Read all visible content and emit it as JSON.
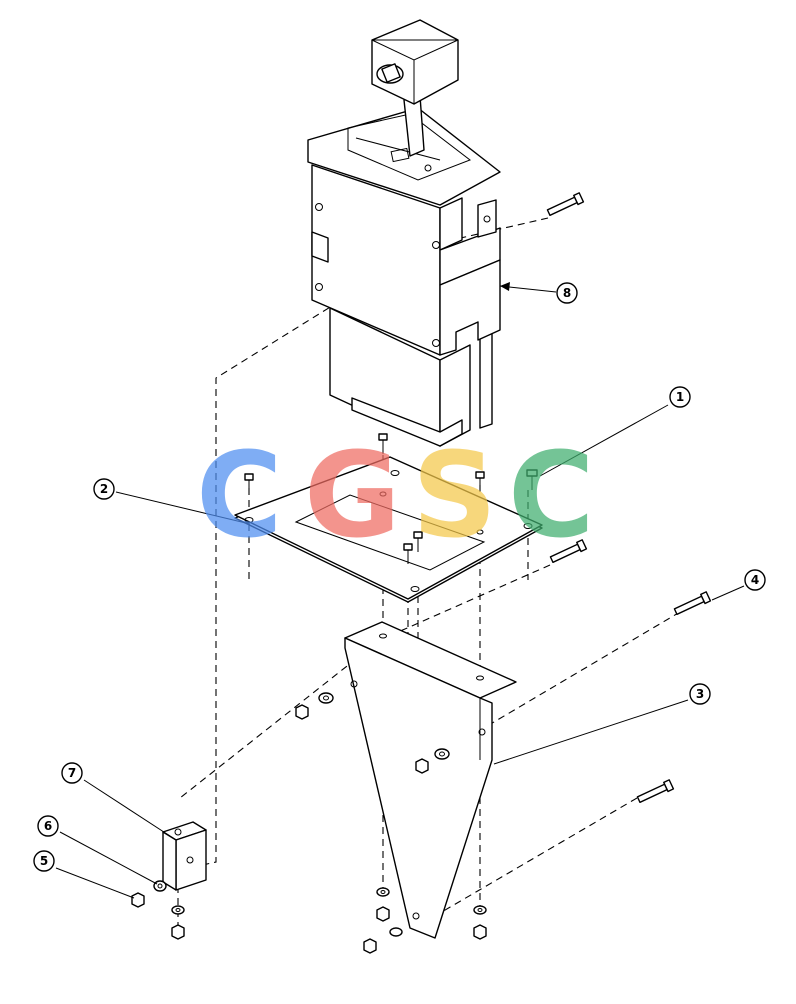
{
  "watermark": {
    "letters": [
      {
        "char": "C",
        "color": "#4f8ef0"
      },
      {
        "char": "G",
        "color": "#ef6b62"
      },
      {
        "char": "S",
        "color": "#f4c84a"
      },
      {
        "char": "C",
        "color": "#3fae6e"
      }
    ]
  },
  "callouts": [
    {
      "id": "1",
      "label": "1"
    },
    {
      "id": "2",
      "label": "2"
    },
    {
      "id": "3",
      "label": "3"
    },
    {
      "id": "4",
      "label": "4"
    },
    {
      "id": "5",
      "label": "5"
    },
    {
      "id": "6",
      "label": "6"
    },
    {
      "id": "7",
      "label": "7"
    },
    {
      "id": "8",
      "label": "8"
    }
  ]
}
